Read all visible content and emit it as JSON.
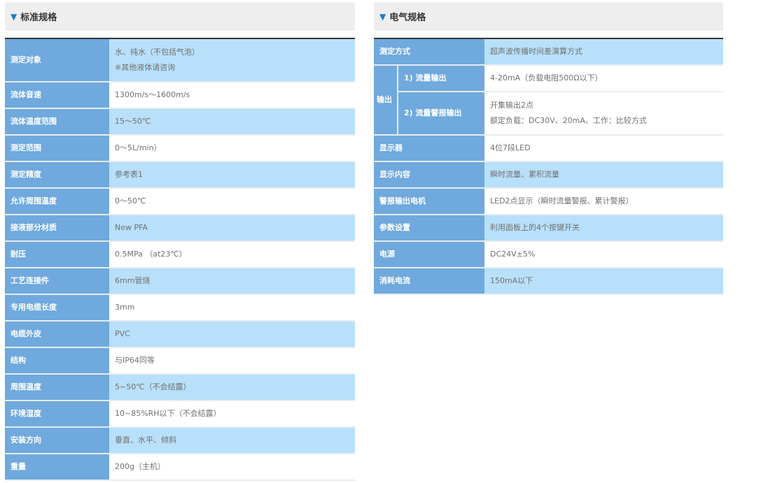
{
  "left": {
    "title": "标准规格",
    "rows": [
      {
        "label": "测定对象",
        "value": "水、纯水（不包括气泡）",
        "value2": "※其他液体请咨询"
      },
      {
        "label": "流体音速",
        "value": "1300m/s～1600m/s"
      },
      {
        "label": "流体温度范围",
        "value": "15～50℃"
      },
      {
        "label": "测定范围",
        "value": "0～5L/min）"
      },
      {
        "label": "测定精度",
        "value": "参考表1"
      },
      {
        "label": "允许周围温度",
        "value": "0～50℃"
      },
      {
        "label": "接液部分材质",
        "value": "New PFA"
      },
      {
        "label": "耐压",
        "value": "0.5MPa （at23℃）"
      },
      {
        "label": "工艺连接件",
        "value": "6mm管烧"
      },
      {
        "label": "专用电缆长度",
        "value": "3mm"
      },
      {
        "label": "电缆外皮",
        "value": "PVC"
      },
      {
        "label": "结构",
        "value": "与IP64同等"
      },
      {
        "label": "周围温度",
        "value": "5~50℃（不会结露）"
      },
      {
        "label": "环境湿度",
        "value": "10~85%RH以下（不会结露）"
      },
      {
        "label": "安装方向",
        "value": "垂直、水平、倾斜"
      },
      {
        "label": "重量",
        "value": "200g（主机）"
      }
    ]
  },
  "right": {
    "title": "电气规格",
    "rows": [
      {
        "label": "测定方式",
        "value": "超声波传播时间差演算方式"
      },
      {
        "group": "输出",
        "sub1": "1) 流量输出",
        "value1": "4-20mA（负载电阻500Ω以下）",
        "sub2": "2) 流量警报输出",
        "value2a": "开集输出2点",
        "value2b": "额定负载：DC30V、20mA、工作：比较方式"
      },
      {
        "label": "显示器",
        "value": "4位7段LED"
      },
      {
        "label": "显示内容",
        "value": "瞬时流量、累积流量"
      },
      {
        "label": "警报输出电机",
        "value": "LED2点显示（瞬时流量警报、累计警报）"
      },
      {
        "label": "参数设置",
        "value": "利用面板上的4个按键开关"
      },
      {
        "label": "电源",
        "value": "DC24V±5%"
      },
      {
        "label": "消耗电流",
        "value": "150mA以下"
      }
    ]
  },
  "icons": {
    "section_marker": "triangle-down-icon"
  },
  "colors": {
    "label_bg": "#6fa9dd",
    "alt_row_bg": "#b8e0fa",
    "marker": "#1f78c8"
  }
}
